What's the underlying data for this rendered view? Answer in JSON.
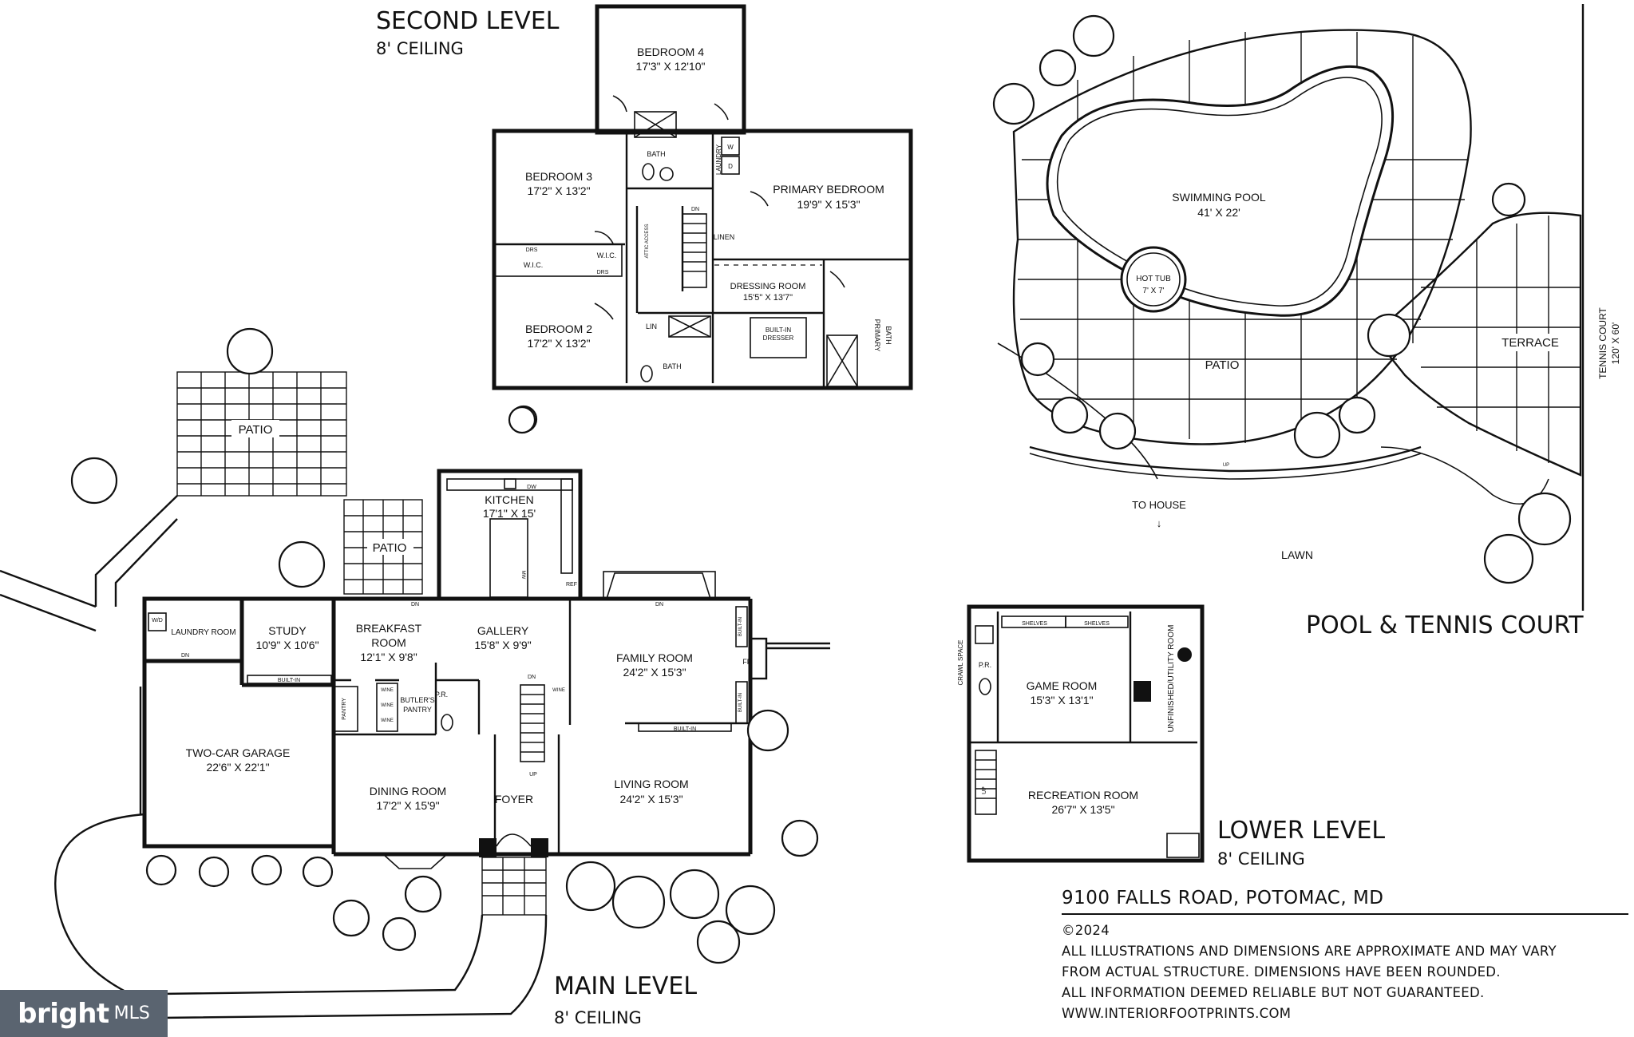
{
  "levels": {
    "second": {
      "title": "SECOND LEVEL",
      "ceiling": "8' CEILING"
    },
    "main": {
      "title": "MAIN LEVEL",
      "ceiling": "8' CEILING"
    },
    "lower": {
      "title": "LOWER LEVEL",
      "ceiling": "8' CEILING"
    },
    "pool": {
      "title": "POOL & TENNIS COURT"
    }
  },
  "rooms": {
    "bedroom4": {
      "name": "BEDROOM 4",
      "dims": "17'3\" X 12'10\""
    },
    "bedroom3": {
      "name": "BEDROOM 3",
      "dims": "17'2\" X 13'2\""
    },
    "bedroom2": {
      "name": "BEDROOM 2",
      "dims": "17'2\" X 13'2\""
    },
    "primary_bedroom": {
      "name": "PRIMARY BEDROOM",
      "dims": "19'9\" X 15'3\""
    },
    "dressing_room": {
      "name": "DRESSING ROOM",
      "dims": "15'5\" X 13'7\""
    },
    "built_in_dresser": {
      "line1": "BUILT-IN",
      "line2": "DRESSER"
    },
    "primary_bath": {
      "line1": "PRIMARY",
      "line2": "BATH"
    },
    "kitchen": {
      "name": "KITCHEN",
      "dims": "17'1\" X 15'"
    },
    "breakfast": {
      "name": "BREAKFAST",
      "name2": "ROOM",
      "dims": "12'1\" X 9'8\""
    },
    "gallery": {
      "name": "GALLERY",
      "dims": "15'8\" X 9'9\""
    },
    "family_room": {
      "name": "FAMILY ROOM",
      "dims": "24'2\" X 15'3\""
    },
    "study": {
      "name": "STUDY",
      "dims": "10'9\" X 10'6\""
    },
    "laundry_room": {
      "name": "LAUNDRY ROOM"
    },
    "garage": {
      "name": "TWO-CAR GARAGE",
      "dims": "22'6\" X 22'1\""
    },
    "dining_room": {
      "name": "DINING ROOM",
      "dims": "17'2\" X 15'9\""
    },
    "foyer": {
      "name": "FOYER"
    },
    "living_room": {
      "name": "LIVING ROOM",
      "dims": "24'2\" X 15'3\""
    },
    "butlers_pantry": {
      "line1": "BUTLER'S",
      "line2": "PANTRY"
    },
    "swimming_pool": {
      "name": "SWIMMING POOL",
      "dims": "41' X 22'"
    },
    "hot_tub": {
      "name": "HOT TUB",
      "dims": "7' X 7'"
    },
    "terrace": {
      "name": "TERRACE"
    },
    "tennis_court": {
      "name": "TENNIS COURT",
      "dims": "120' X 60'"
    },
    "game_room": {
      "name": "GAME ROOM",
      "dims": "15'3\" X 13'1\""
    },
    "recreation_room": {
      "name": "RECREATION ROOM",
      "dims": "26'7\" X 13'5\""
    },
    "unfinished": {
      "name": "UNFINISHED/UTILITY ROOM"
    }
  },
  "small_labels": {
    "bath": "BATH",
    "laundry": "LAUNDRY",
    "w": "W",
    "d": "D",
    "dn": "DN",
    "up": "UP",
    "linen": "LINEN",
    "lin": "LIN",
    "attic_access": "ATTIC ACCESS",
    "wic": "W.I.C.",
    "drs": "DRS",
    "patio": "PATIO",
    "dw": "DW",
    "ref": "REF",
    "mw": "MW",
    "wd": "W/D",
    "builtin": "BUILT-IN",
    "fp": "FP",
    "wine": "WINE",
    "pantry": "PANTRY",
    "pr": "P.R.",
    "shelves": "SHELVES",
    "crawl_space": "CRAWL SPACE",
    "to_house": "TO HOUSE",
    "lawn": "LAWN"
  },
  "info": {
    "address": "9100 FALLS ROAD, POTOMAC, MD",
    "copyright": "©2024",
    "disclaimer_1": "ALL ILLUSTRATIONS AND DIMENSIONS ARE APPROXIMATE AND MAY VARY",
    "disclaimer_2": "FROM ACTUAL STRUCTURE. DIMENSIONS HAVE BEEN ROUNDED.",
    "disclaimer_3": "ALL INFORMATION DEEMED RELIABLE BUT NOT GUARANTEED.",
    "website": "WWW.INTERIORFOOTPRINTS.COM"
  },
  "watermark": {
    "brand": "bright",
    "suffix": "MLS"
  }
}
